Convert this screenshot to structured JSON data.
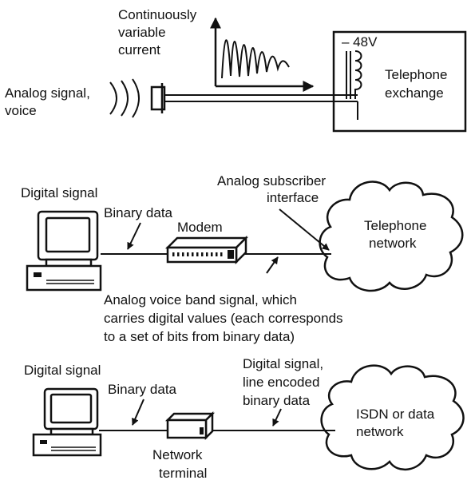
{
  "panel_top": {
    "current_label": [
      "Continuously",
      "variable",
      "current"
    ],
    "voltage_label": "– 48V",
    "exchange_label": [
      "Telephone",
      "exchange"
    ],
    "signal_label": [
      "Analog signal,",
      "voice"
    ]
  },
  "panel_modem": {
    "digital_signal_label": "Digital signal",
    "binary_data_label": "Binary data",
    "modem_label": "Modem",
    "interface_label": [
      "Analog subscriber",
      "interface"
    ],
    "network_label": [
      "Telephone",
      "network"
    ],
    "voiceband_label": [
      "Analog voice band signal, which",
      "carries digital values (each corresponds",
      "to a set of bits from binary data)"
    ]
  },
  "panel_isdn": {
    "digital_signal_label": "Digital signal",
    "binary_data_label": "Binary data",
    "line_label": [
      "Digital signal,",
      "line encoded",
      "binary data"
    ],
    "network_label": [
      "ISDN or data",
      "network"
    ],
    "terminal_label": [
      "Network",
      "terminal"
    ]
  },
  "colors": {
    "ink": "#111111",
    "background": "#ffffff"
  }
}
